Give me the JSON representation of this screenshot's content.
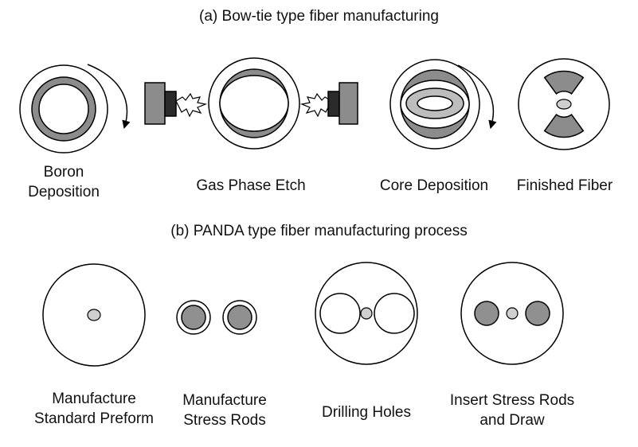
{
  "section_a": {
    "title": "(a)  Bow-tie type fiber manufacturing",
    "steps": [
      {
        "line1": "Boron",
        "line2": "Deposition"
      },
      {
        "label": "Gas Phase Etch"
      },
      {
        "label": "Core Deposition"
      },
      {
        "label": "Finished Fiber"
      }
    ]
  },
  "section_b": {
    "title": "(b)  PANDA type fiber manufacturing process",
    "steps": [
      {
        "line1": "Manufacture",
        "line2": "Standard Preform"
      },
      {
        "line1": "Manufacture",
        "line2": "Stress Rods"
      },
      {
        "label": "Drilling Holes"
      },
      {
        "line1": "Insert Stress Rods",
        "line2": "and Draw"
      }
    ]
  },
  "colors": {
    "stroke": "#000000",
    "boron_gray": "#8c8c8c",
    "light_gray": "#bdbdbd",
    "dark_gray": "#2b2b2b",
    "rod_gray": "#909090",
    "core_gray": "#cfcfcf"
  }
}
